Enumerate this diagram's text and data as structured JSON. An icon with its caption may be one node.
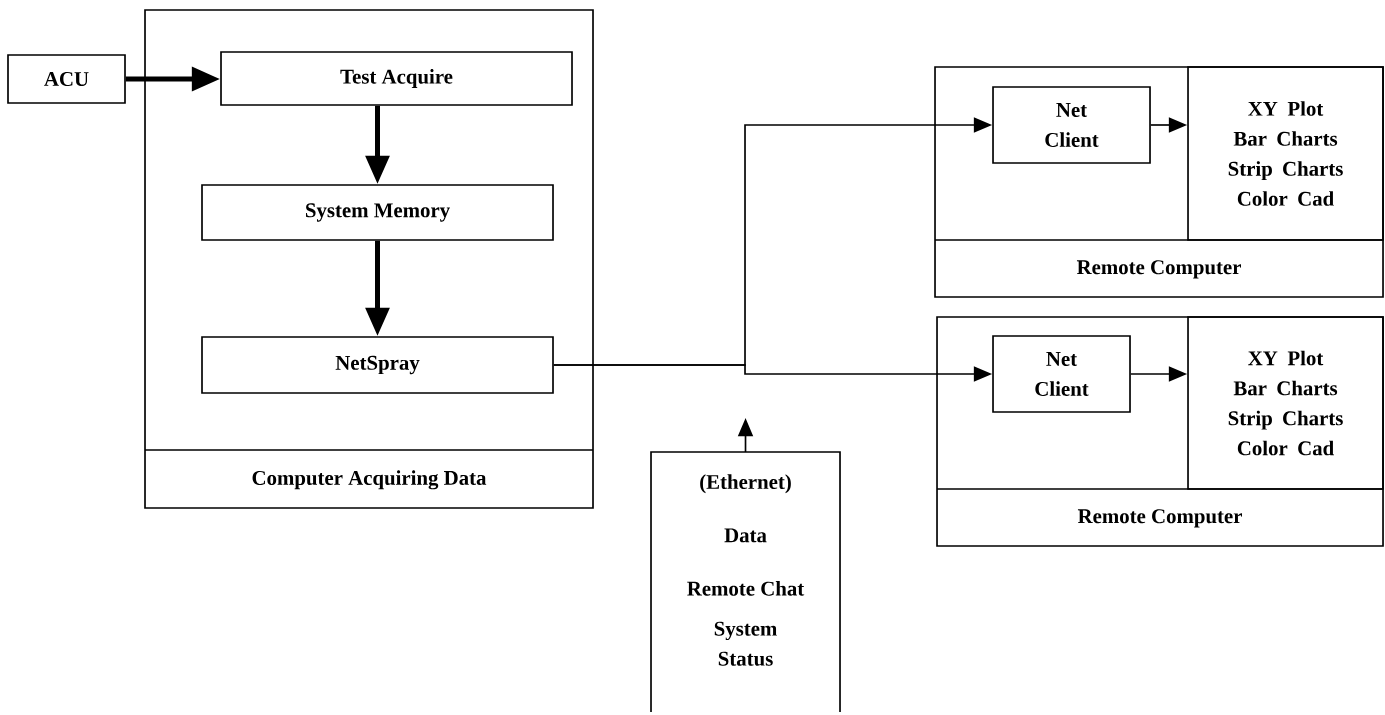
{
  "diagram": {
    "nodes": [
      {
        "text": [
          "Computer Acquiring Data"
        ]
      },
      {
        "text": [
          "ACU"
        ]
      },
      {
        "text": [
          "Test Acquire"
        ],
        "in": 0
      },
      {
        "text": [
          "System Memory"
        ],
        "in": 0
      },
      {
        "text": [
          "NetSpray"
        ],
        "in": 0
      },
      {
        "text": [
          "Remote Computer"
        ]
      },
      {
        "text": [
          "Net Client"
        ],
        "in": 5
      },
      {
        "text": [
          "XY Plot Bar Charts Strip Charts Color Cad"
        ],
        "in": 5
      },
      {
        "text": [
          "Remote Computer"
        ]
      },
      {
        "text": [
          "Net Client"
        ],
        "in": 8
      },
      {
        "text": [
          "XY Plot Bar Charts Strip Charts Color Cad"
        ],
        "in": 8
      },
      {
        "text": [
          "(Ethernet)",
          "Data",
          "Remote Chat",
          "System Status"
        ]
      }
    ],
    "edges": [
      {
        "from": 1,
        "to": 2,
        "arrow": "to",
        "style": "thick"
      },
      {
        "from": 2,
        "to": 3,
        "arrow": "to",
        "style": "thick"
      },
      {
        "from": 3,
        "to": 4,
        "arrow": "to",
        "style": "thick"
      },
      {
        "from": 4,
        "to": 6,
        "arrow": "to"
      },
      {
        "from": 4,
        "to": 9,
        "arrow": "to"
      },
      {
        "from": 6,
        "to": 7,
        "arrow": "to"
      },
      {
        "from": 9,
        "to": 10,
        "arrow": "to"
      },
      {
        "from": 11,
        "to": null,
        "arrow": "to"
      }
    ]
  }
}
